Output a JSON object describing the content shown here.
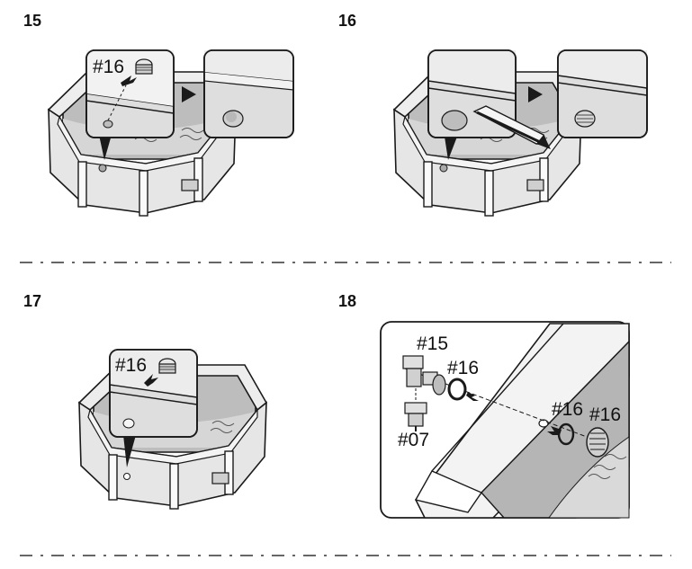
{
  "steps": [
    {
      "number": "15",
      "labels": [
        "#16"
      ]
    },
    {
      "number": "16",
      "labels": []
    },
    {
      "number": "17",
      "labels": [
        "#16"
      ]
    },
    {
      "number": "18",
      "labels": [
        "#15",
        "#16",
        "#07",
        "#16",
        "#16"
      ]
    }
  ],
  "colors": {
    "outline": "#1a1a1a",
    "pool_wall": "#e4e4e4",
    "pool_liner": "#b9b9b9",
    "callout_bg": "#dedede",
    "divider": "#333333"
  }
}
